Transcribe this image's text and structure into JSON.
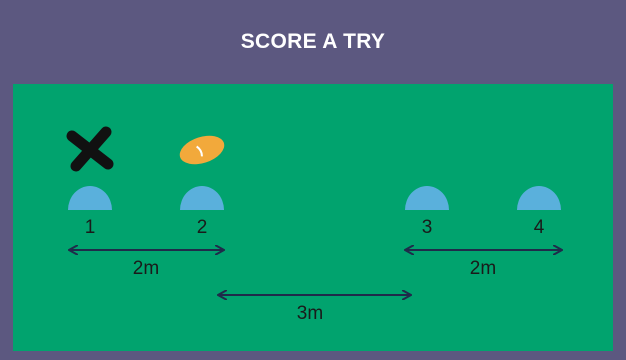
{
  "title": "SCORE A TRY",
  "markers": [
    {
      "label": "1",
      "icon": "blue-cone-icon"
    },
    {
      "label": "2",
      "icon": "blue-cone-icon"
    },
    {
      "label": "3",
      "icon": "blue-cone-icon"
    },
    {
      "label": "4",
      "icon": "blue-cone-icon"
    }
  ],
  "player_icon": "x-player-icon",
  "ball_icon": "rugby-ball-icon",
  "distances": [
    {
      "label": "2m",
      "between": [
        "1",
        "2"
      ]
    },
    {
      "label": "3m",
      "between": [
        "2",
        "3"
      ]
    },
    {
      "label": "2m",
      "between": [
        "3",
        "4"
      ]
    }
  ],
  "colors": {
    "header": "#5c5880",
    "field": "#01a36e",
    "cone": "#5ab0dc",
    "ball": "#f2a93b",
    "arrow": "#1f2b4a",
    "player_x": "#111111"
  }
}
